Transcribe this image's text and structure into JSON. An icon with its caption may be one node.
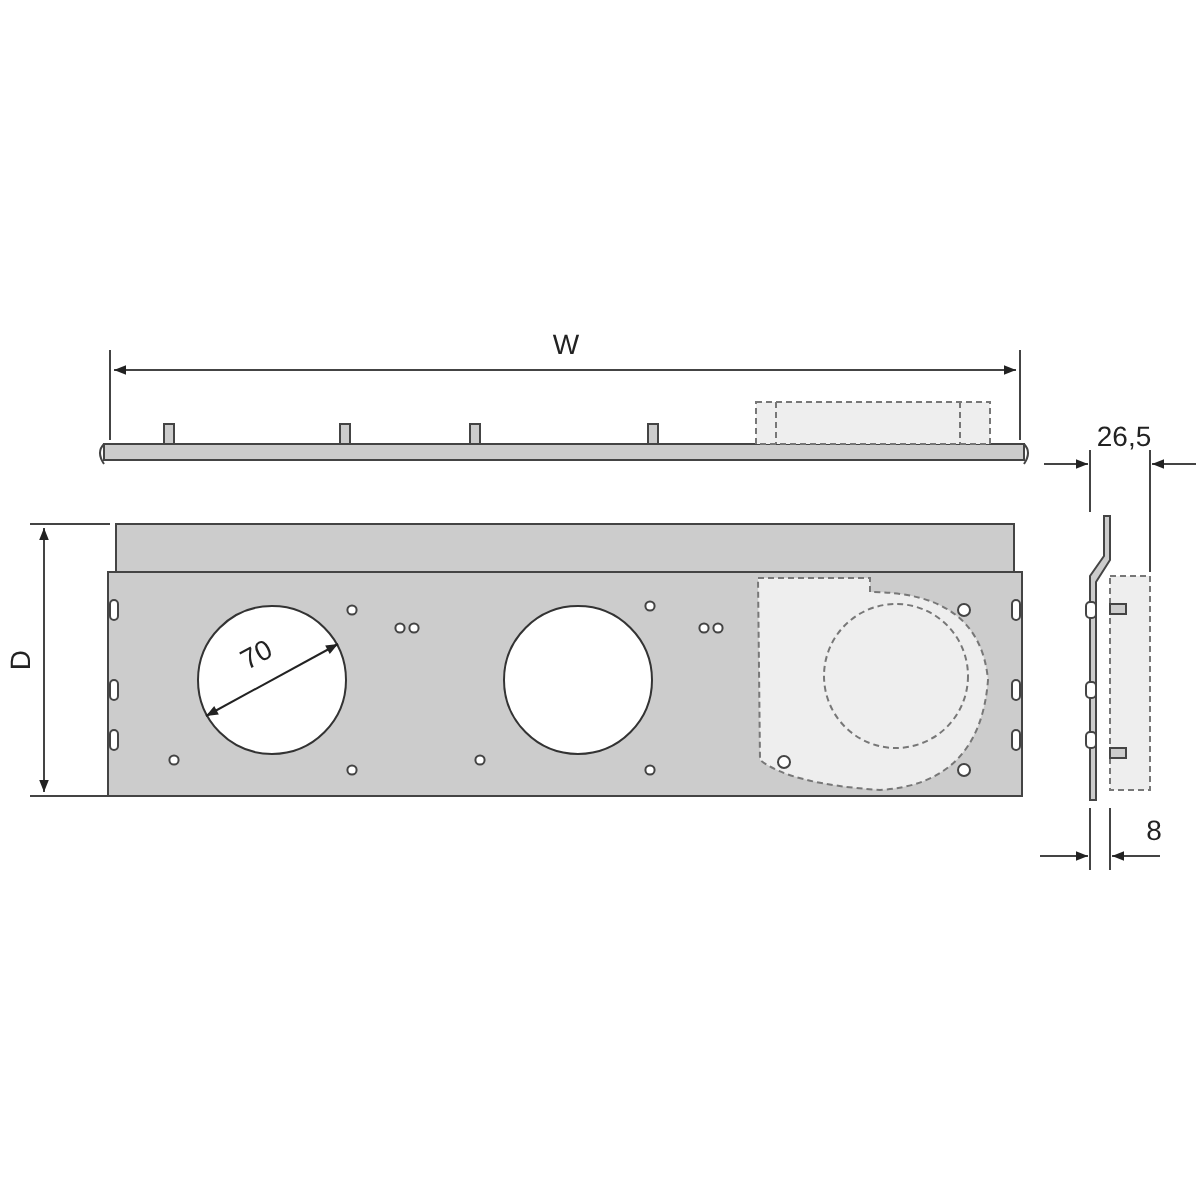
{
  "diagram": {
    "labels": [
      "W",
      "26,5",
      "D",
      "70",
      "8"
    ]
  }
}
